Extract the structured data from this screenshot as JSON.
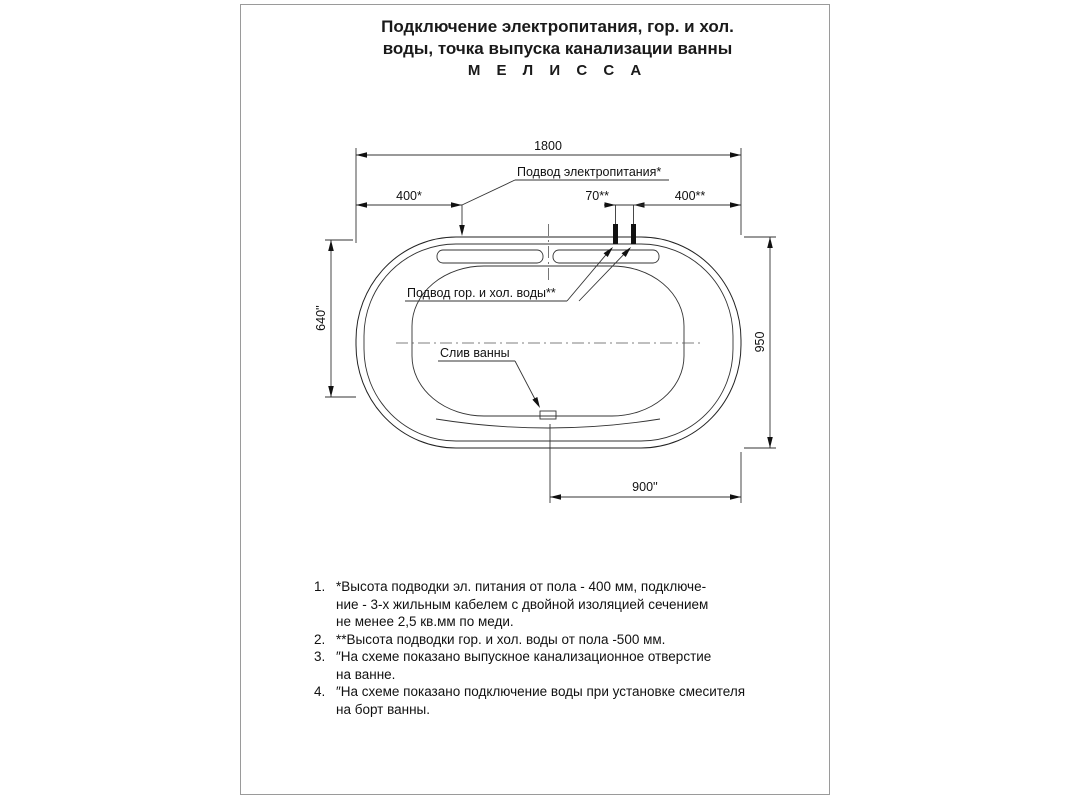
{
  "title": {
    "line1": "Подключение электропитания, гор. и хол.",
    "line2": "воды, точка выпуска канализации ванны",
    "line3": "М Е Л И С С А"
  },
  "diagram": {
    "labels": {
      "power": "Подвод электропитания*",
      "water": "Подвод гор. и хол. воды**",
      "drain": "Слив ванны"
    },
    "dims": {
      "total_length": "1800",
      "power_offset": "400*",
      "water_gap": "70**",
      "water_to_edge": "400**",
      "left_height": "640''",
      "right_height": "950",
      "drain_offset": "900''"
    }
  },
  "notes": {
    "items": [
      {
        "num": "1.",
        "lines": [
          "*Высота подводки эл. питания от пола - 400 мм, подключе-",
          "ние - 3-х жильным кабелем с двойной изоляцией сечением",
          "не менее 2,5 кв.мм по меди."
        ]
      },
      {
        "num": "2.",
        "lines": [
          "**Высота подводки гор. и хол. воды от пола -500 мм."
        ]
      },
      {
        "num": "3.",
        "lines": [
          "″На схеме показано выпускное канализационное отверстие",
          "на ванне."
        ]
      },
      {
        "num": "4.",
        "lines": [
          "″На схеме показано подключение воды при установке смесителя",
          "на борт ванны."
        ]
      }
    ]
  }
}
